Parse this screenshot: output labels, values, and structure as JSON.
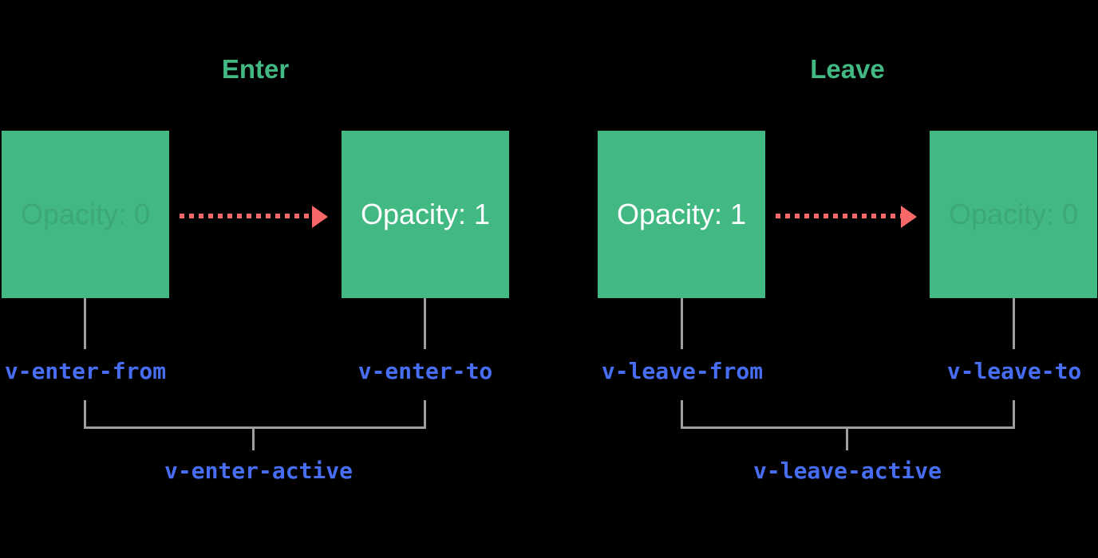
{
  "colors": {
    "background": "#000000",
    "green": "#42b883",
    "blue": "#476ef2",
    "red": "#f86868",
    "gray": "#9e9e9e",
    "white": "#ffffff"
  },
  "sections": [
    {
      "title": "Enter",
      "boxes": [
        {
          "label": "Opacity: 0",
          "style": "faint"
        },
        {
          "label": "Opacity: 1",
          "style": "solid"
        }
      ],
      "class_labels": {
        "from": "v-enter-from",
        "to": "v-enter-to",
        "active": "v-enter-active"
      }
    },
    {
      "title": "Leave",
      "boxes": [
        {
          "label": "Opacity: 1",
          "style": "solid"
        },
        {
          "label": "Opacity: 0",
          "style": "faint"
        }
      ],
      "class_labels": {
        "from": "v-leave-from",
        "to": "v-leave-to",
        "active": "v-leave-active"
      }
    }
  ]
}
